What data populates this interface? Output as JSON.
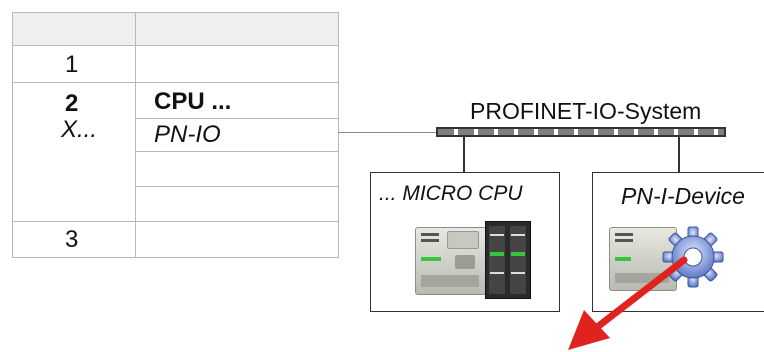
{
  "table": {
    "rows": [
      {
        "slot": "",
        "module": ""
      },
      {
        "slot": "1",
        "module": ""
      },
      {
        "slot": "2",
        "module": "CPU ..."
      },
      {
        "slot": "X...",
        "module": "PN-IO"
      },
      {
        "slot": "",
        "module": ""
      },
      {
        "slot": "",
        "module": ""
      },
      {
        "slot": "3",
        "module": ""
      }
    ]
  },
  "network": {
    "label": "PROFINET-IO-System"
  },
  "devices": [
    {
      "name": "... MICRO CPU",
      "icon": "cpu-module-icon"
    },
    {
      "name": "PN-I-Device",
      "icon": "gear-icon"
    }
  ],
  "colors": {
    "arrow": "#e0231e",
    "bus_segment": "#7f7f7f",
    "led_green": "#39c43f"
  }
}
